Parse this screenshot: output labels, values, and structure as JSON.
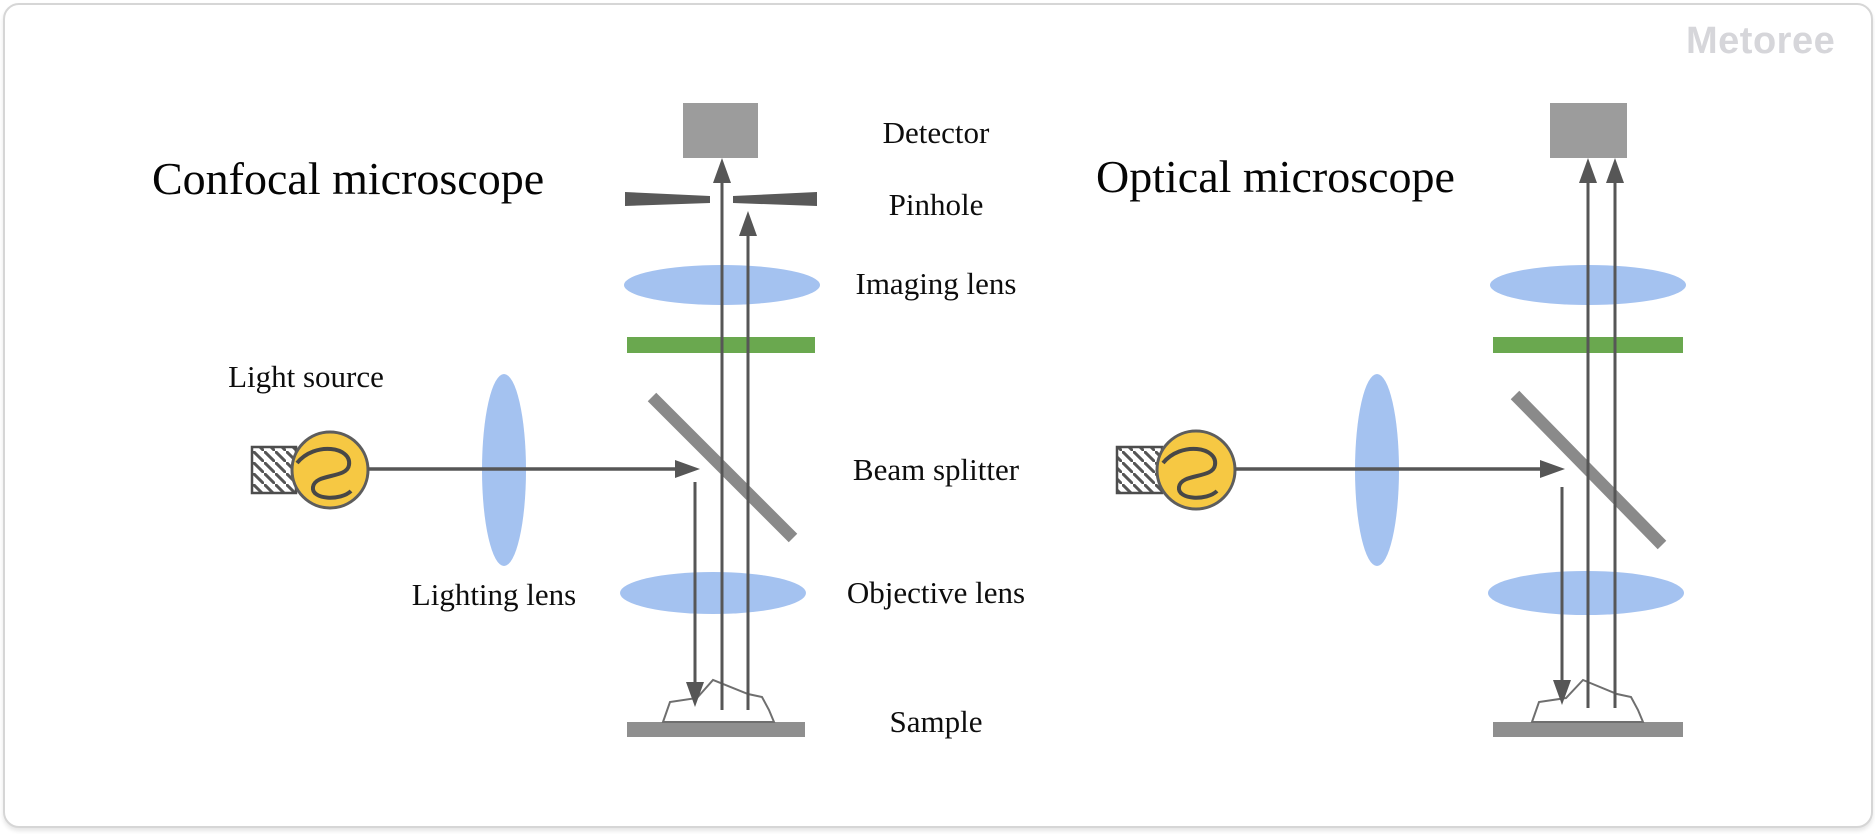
{
  "watermark": {
    "brand": "Metoree"
  },
  "titles": {
    "left": "Confocal microscope",
    "right": "Optical microscope"
  },
  "shared_labels": {
    "detector": "Detector",
    "pinhole": "Pinhole",
    "imaging_lens": "Imaging lens",
    "beam_splitter": "Beam splitter",
    "objective_lens": "Objective lens",
    "sample": "Sample"
  },
  "left_labels": {
    "light_source": "Light source",
    "lighting_lens": "Lighting lens"
  },
  "colors": {
    "lens_blue": "#a4c2f0",
    "filter_green": "#6aa84f",
    "device_gray": "#9c9c9c",
    "stage_gray": "#8f8f8f",
    "bulb_yellow": "#f6c843",
    "ray_gray": "#565656",
    "splitter_gray": "#8a8a8a",
    "watermark_gray": "#d6d6da"
  }
}
